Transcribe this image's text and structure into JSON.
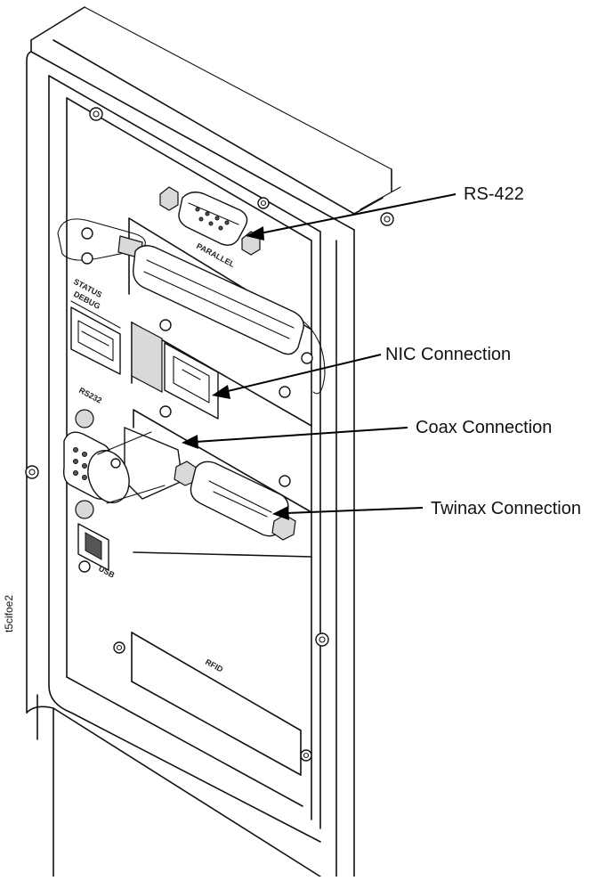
{
  "figure": {
    "figure_id": "t5cifoe2"
  },
  "callouts": [
    {
      "label": "RS-422"
    },
    {
      "label": "NIC Connection"
    },
    {
      "label": "Coax Connection"
    },
    {
      "label": "Twinax Connection"
    }
  ],
  "panel_labels": {
    "parallel": "PARALLEL",
    "status": "STATUS",
    "debug": "DEBUG",
    "rs232": "RS232",
    "usb": "USB",
    "rfid": "RFID"
  },
  "colors": {
    "line": "#111111",
    "background": "#ffffff",
    "shade": "#d9d9d9"
  }
}
